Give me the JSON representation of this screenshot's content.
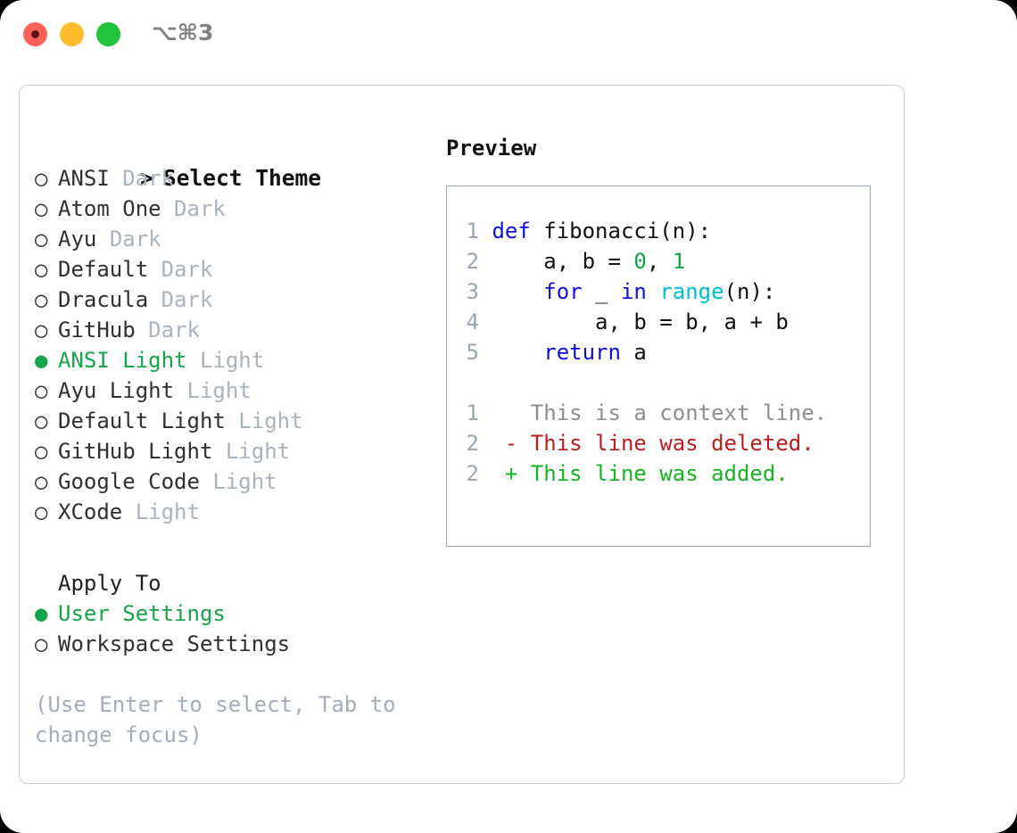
{
  "window": {
    "traffic_lights": [
      "close-red",
      "minimize-amber",
      "maximize-green"
    ],
    "shortcut_label": "⌥⌘3",
    "colors": {
      "close": "#ff6159",
      "minimize": "#ffbd2e",
      "maximize": "#21c43c",
      "accent_green": "#16a34a",
      "muted": "#a9b2bf",
      "border": "#c9cdd5",
      "panel_border": "#9aa5b4"
    }
  },
  "theme_picker": {
    "header_marker": ">",
    "header_label": "Select Theme",
    "marker_selected": "●",
    "marker_unselected": "○",
    "items": [
      {
        "name": "ANSI",
        "tag": "Dark",
        "selected": false
      },
      {
        "name": "Atom One",
        "tag": "Dark",
        "selected": false
      },
      {
        "name": "Ayu",
        "tag": "Dark",
        "selected": false
      },
      {
        "name": "Default",
        "tag": "Dark",
        "selected": false
      },
      {
        "name": "Dracula",
        "tag": "Dark",
        "selected": false
      },
      {
        "name": "GitHub",
        "tag": "Dark",
        "selected": false
      },
      {
        "name": "ANSI Light",
        "tag": "Light",
        "selected": true
      },
      {
        "name": "Ayu Light",
        "tag": "Light",
        "selected": false
      },
      {
        "name": "Default Light",
        "tag": "Light",
        "selected": false
      },
      {
        "name": "GitHub Light",
        "tag": "Light",
        "selected": false
      },
      {
        "name": "Google Code",
        "tag": "Light",
        "selected": false
      },
      {
        "name": "XCode",
        "tag": "Light",
        "selected": false
      }
    ]
  },
  "apply_to": {
    "title": "Apply To",
    "options": [
      {
        "label": "User Settings",
        "selected": true
      },
      {
        "label": "Workspace Settings",
        "selected": false
      }
    ]
  },
  "hint": "(Use Enter to select, Tab to change focus)",
  "preview": {
    "title": "Preview",
    "code": {
      "lines": [
        {
          "no": "1",
          "tokens": [
            {
              "t": "def ",
              "c": "kw"
            },
            {
              "t": "fibonacci(n):",
              "c": "plain"
            }
          ]
        },
        {
          "no": "2",
          "tokens": [
            {
              "t": "    a, b = ",
              "c": "plain"
            },
            {
              "t": "0",
              "c": "num"
            },
            {
              "t": ", ",
              "c": "plain"
            },
            {
              "t": "1",
              "c": "num"
            }
          ]
        },
        {
          "no": "3",
          "tokens": [
            {
              "t": "    ",
              "c": "plain"
            },
            {
              "t": "for",
              "c": "kw"
            },
            {
              "t": " _ ",
              "c": "plain"
            },
            {
              "t": "in",
              "c": "kw"
            },
            {
              "t": " ",
              "c": "plain"
            },
            {
              "t": "range",
              "c": "fn"
            },
            {
              "t": "(n):",
              "c": "plain"
            }
          ]
        },
        {
          "no": "4",
          "tokens": [
            {
              "t": "        a, b = b, a + b",
              "c": "plain"
            }
          ]
        },
        {
          "no": "5",
          "tokens": [
            {
              "t": "    ",
              "c": "plain"
            },
            {
              "t": "return",
              "c": "kw"
            },
            {
              "t": " a",
              "c": "plain"
            }
          ]
        }
      ]
    },
    "diff": {
      "lines": [
        {
          "no": "1",
          "sign": " ",
          "text": "This is a context line.",
          "kind": "ctx"
        },
        {
          "no": "2",
          "sign": "-",
          "text": "This line was deleted.",
          "kind": "del"
        },
        {
          "no": "2",
          "sign": "+",
          "text": "This line was added.",
          "kind": "add"
        }
      ]
    }
  }
}
